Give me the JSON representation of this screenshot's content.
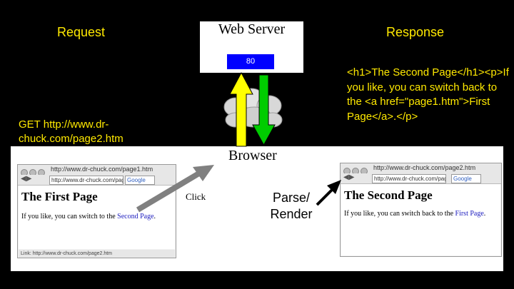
{
  "labels": {
    "request": "Request",
    "response": "Response",
    "server_title": "Web Server",
    "port": "80",
    "response_body": "<h1>The Second Page</h1><p>If you like, you can switch back to the <a href=\"page1.htm\">First Page</a>.</p>",
    "get_request": "GET http://www.dr-chuck.com/page2.htm",
    "browser": "Browser",
    "click": "Click",
    "parse_render": "Parse/ Render"
  },
  "window1": {
    "title_url": "http://www.dr-chuck.com/page1.htm",
    "address": "http://www.dr-chuck.com/page1.htm",
    "search": "Google",
    "heading": "The First Page",
    "text_before": "If you like, you can switch to the ",
    "link": "Second Page",
    "text_after": ".",
    "status": "Link: http://www.dr-chuck.com/page2.htm"
  },
  "window2": {
    "title_url": "http://www.dr-chuck.com/page2.htm",
    "address": "http://www.dr-chuck.com/page2.htm",
    "search": "Google",
    "heading": "The Second Page",
    "text_before": "If you like, you can switch back to the ",
    "link": "First Page",
    "text_after": "."
  },
  "colors": {
    "background": "#000000",
    "label_text": "#ffe900",
    "port_box": "#0000ff",
    "up_arrow": "#ffff00",
    "down_arrow": "#00cc00",
    "gray_arrow": "#808080"
  }
}
